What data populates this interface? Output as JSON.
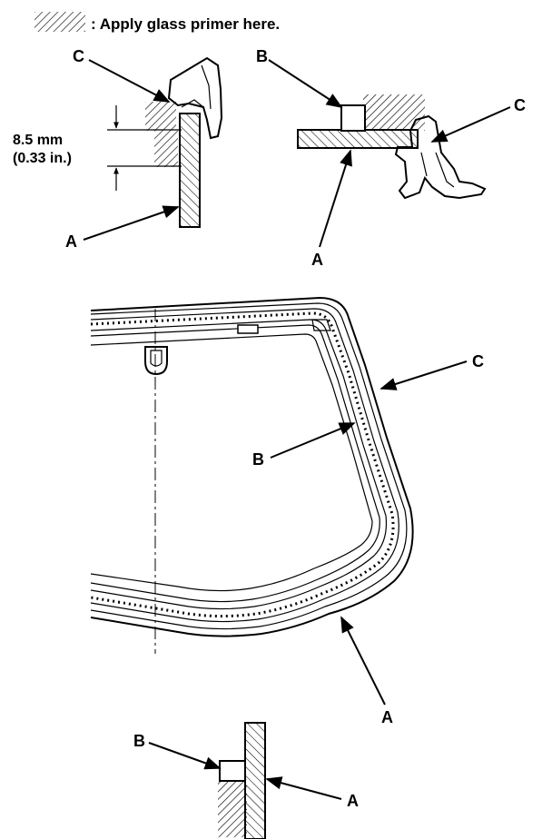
{
  "legend": {
    "text": ": Apply glass primer here."
  },
  "labels": {
    "a": "A",
    "b": "B",
    "c": "C"
  },
  "dimension": {
    "value": "8.5 mm",
    "imperial": "(0.33 in.)"
  }
}
